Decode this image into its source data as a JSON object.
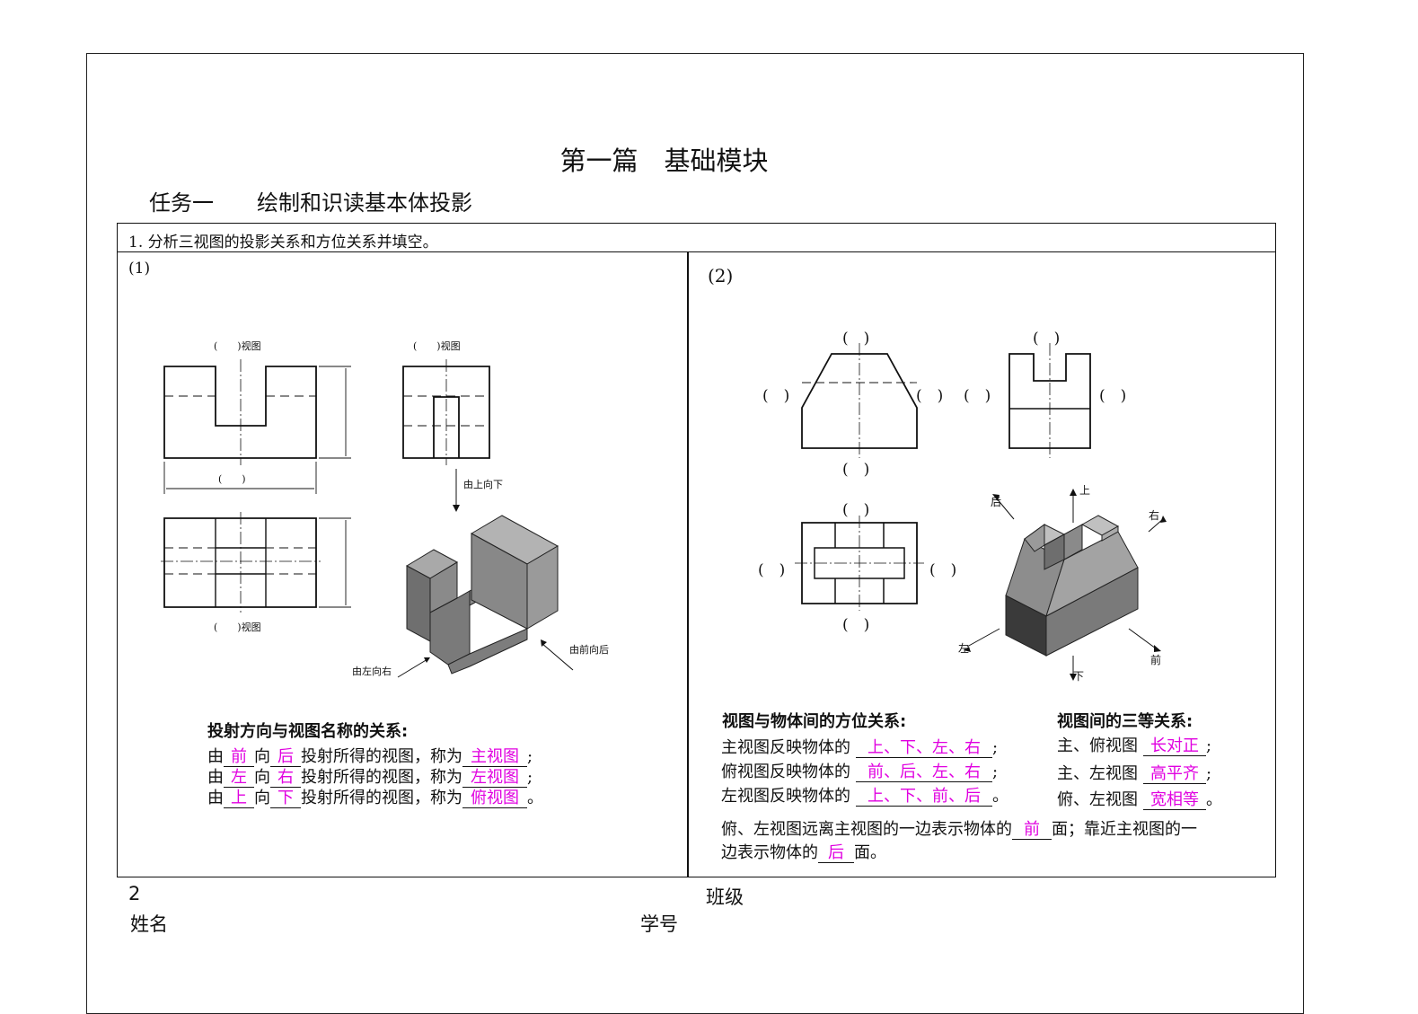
{
  "header": {
    "part_title": "第一篇　基础模块",
    "task_title": "任务一　　绘制和识读基本体投影"
  },
  "question": {
    "text": "1. 分析三视图的投影关系和方位关系并填空。"
  },
  "left_panel": {
    "number": "(1)",
    "view_label_bracket": "(　　)视图",
    "dim_bracket": "(　　)",
    "dir_top_down": "由上向下",
    "dir_left_right": "由左向右",
    "dir_front_back": "由前向后",
    "section_title": "投射方向与视图名称的关系:",
    "rows": [
      {
        "from": "前",
        "to": "后",
        "name": "主视图",
        "end": ";"
      },
      {
        "from": "左",
        "to": "右",
        "name": "左视图",
        "end": ";"
      },
      {
        "from": "上",
        "to": "下",
        "name": "俯视图",
        "end": "。"
      }
    ],
    "word_you": "由",
    "word_xiang": "向",
    "word_mid": "投射所得的视图，称为"
  },
  "right_panel": {
    "number": "(2)",
    "bracket": "(　)",
    "dir_up": "上",
    "dir_down": "下",
    "dir_back": "后",
    "dir_right": "右",
    "dir_left": "左",
    "dir_front": "前",
    "orient_title": "视图与物体间的方位关系:",
    "orient_rows": [
      {
        "label": "主视图反映物体的",
        "value": "上、下、左、右",
        "end": ";"
      },
      {
        "label": "俯视图反映物体的",
        "value": "前、后、左、右",
        "end": ";"
      },
      {
        "label": "左视图反映物体的",
        "value": "上、下、前、后",
        "end": "。"
      }
    ],
    "equal_title": "视图间的三等关系:",
    "equal_rows": [
      {
        "label": "主、俯视图",
        "value": "长对正",
        "end": ";"
      },
      {
        "label": "主、左视图",
        "value": "高平齐",
        "end": ";"
      },
      {
        "label": "俯、左视图",
        "value": "宽相等",
        "end": "。"
      }
    ],
    "far_text_1": "俯、左视图远离主视图的一边表示物体的",
    "far_value": "前",
    "far_text_2": "面；靠近主视图的一",
    "near_text_1": "边表示物体的",
    "near_value": "后",
    "near_text_2": "面。"
  },
  "footer": {
    "page_number": "2",
    "class_label": "班级",
    "name_label": "姓名",
    "id_label": "学号"
  }
}
